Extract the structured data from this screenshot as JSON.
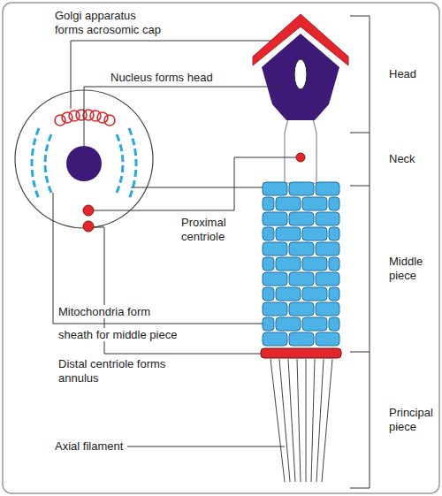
{
  "diagram": {
    "labels": [
      "Golgi apparatus forms acrosomic cap",
      "Nucleus forms head",
      "Proximal centriole",
      "Mitochondria form sheath for middle piece",
      "Distal centriole forms annulus",
      "Axial filament",
      "Head",
      "Neck",
      "Middle piece",
      "Principal piece"
    ]
  }
}
